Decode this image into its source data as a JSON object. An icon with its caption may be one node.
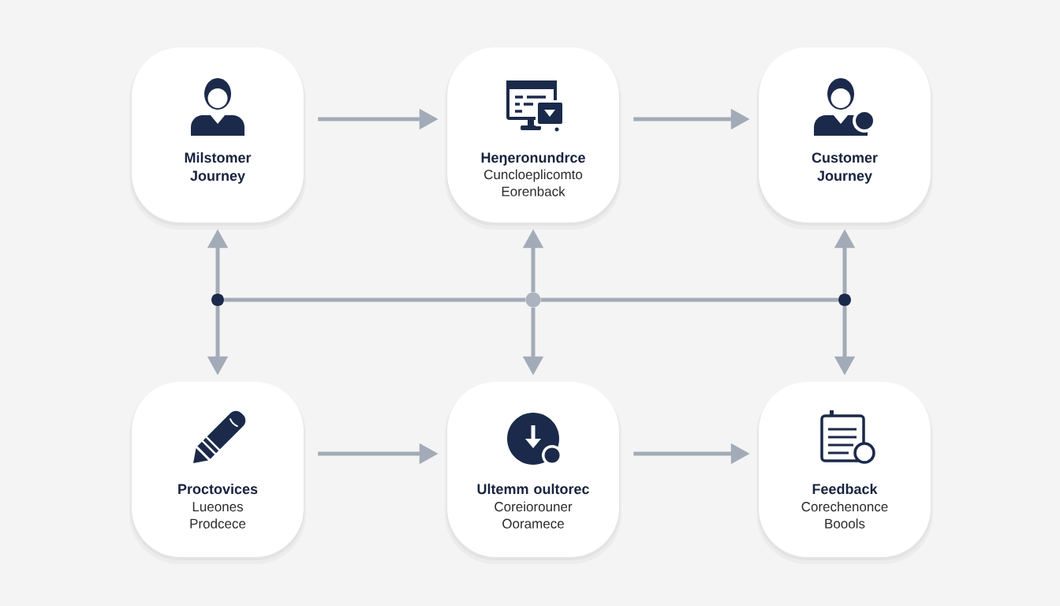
{
  "diagram": {
    "nodes": [
      {
        "text": [
          "Milstomer Journey"
        ]
      },
      {
        "text": [
          "Heŋeronundrce",
          "Cuncloeplicomto Eorenback"
        ]
      },
      {
        "text": [
          "Customer Journey"
        ]
      },
      {
        "text": [],
        "shape": "circle"
      },
      {
        "text": [],
        "shape": "circle"
      },
      {
        "text": [],
        "shape": "circle"
      },
      {
        "text": [
          "Proctovices",
          "Lueones Prodcece"
        ]
      },
      {
        "text": [
          "Ultemm oultorec",
          "Coreiorouner Ooramece"
        ]
      },
      {
        "text": [
          "Feedback",
          "Corechenonce Boools"
        ]
      }
    ],
    "edges": [
      {
        "from": 0,
        "to": 1,
        "arrow": "to"
      },
      {
        "from": 1,
        "to": 2,
        "arrow": "to"
      },
      {
        "from": 3,
        "to": 0,
        "arrow": "to"
      },
      {
        "from": 4,
        "to": 1,
        "arrow": "to"
      },
      {
        "from": 5,
        "to": 2,
        "arrow": "to"
      },
      {
        "from": 3,
        "to": 4,
        "arrow": "none"
      },
      {
        "from": 4,
        "to": 5,
        "arrow": "none"
      },
      {
        "from": 3,
        "to": 6,
        "arrow": "to"
      },
      {
        "from": 4,
        "to": 7,
        "arrow": "to"
      },
      {
        "from": 5,
        "to": 8,
        "arrow": "to"
      },
      {
        "from": 6,
        "to": 7,
        "arrow": "to"
      },
      {
        "from": 7,
        "to": 8,
        "arrow": "to"
      }
    ]
  }
}
